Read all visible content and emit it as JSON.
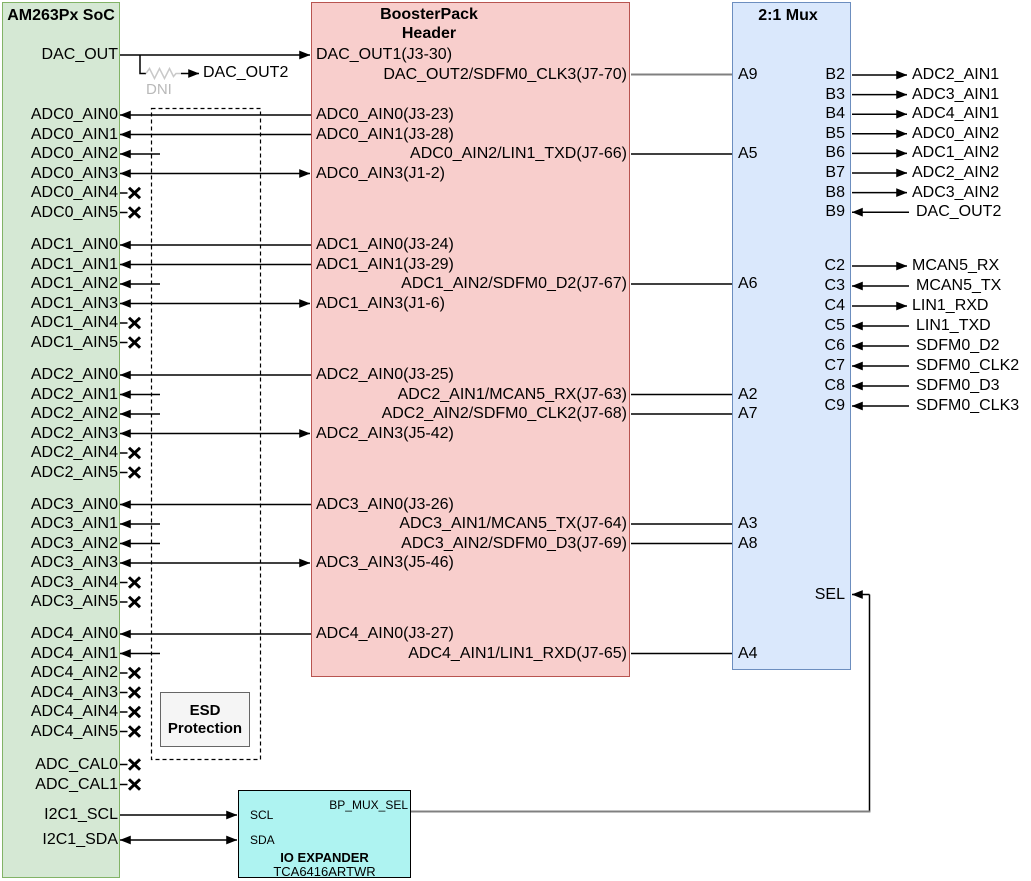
{
  "colors": {
    "soc_fill": "#d5e8d4",
    "soc_stroke": "#82b366",
    "bp_fill": "#f8cecc",
    "bp_stroke": "#b85450",
    "mux_fill": "#dae8fc",
    "mux_stroke": "#6c8ebf",
    "esd_fill": "#f5f5f5",
    "esd_stroke": "#666666",
    "expander_fill": "#aef3f1",
    "expander_stroke": "#000000",
    "wire": "#000000",
    "wire_gray": "#808080",
    "resistor_gray": "#c9c9c9",
    "dni_text": "#b9b9b9"
  },
  "soc": {
    "title": "AM263Px SoC",
    "rows": [
      {
        "id": "dac",
        "label": "DAC_OUT",
        "conn": "out"
      },
      {
        "id": "adc0_0",
        "label": "ADC0_AIN0",
        "conn": "in"
      },
      {
        "id": "adc0_1",
        "label": "ADC0_AIN1",
        "conn": "in"
      },
      {
        "id": "adc0_2",
        "label": "ADC0_AIN2",
        "conn": "stub"
      },
      {
        "id": "adc0_3",
        "label": "ADC0_AIN3",
        "conn": "bidir"
      },
      {
        "id": "adc0_4",
        "label": "ADC0_AIN4",
        "conn": "nc"
      },
      {
        "id": "adc0_5",
        "label": "ADC0_AIN5",
        "conn": "nc"
      },
      {
        "id": "adc1_0",
        "label": "ADC1_AIN0",
        "conn": "in"
      },
      {
        "id": "adc1_1",
        "label": "ADC1_AIN1",
        "conn": "in"
      },
      {
        "id": "adc1_2",
        "label": "ADC1_AIN2",
        "conn": "stub"
      },
      {
        "id": "adc1_3",
        "label": "ADC1_AIN3",
        "conn": "bidir"
      },
      {
        "id": "adc1_4",
        "label": "ADC1_AIN4",
        "conn": "nc"
      },
      {
        "id": "adc1_5",
        "label": "ADC1_AIN5",
        "conn": "nc"
      },
      {
        "id": "adc2_0",
        "label": "ADC2_AIN0",
        "conn": "in"
      },
      {
        "id": "adc2_1",
        "label": "ADC2_AIN1",
        "conn": "stub"
      },
      {
        "id": "adc2_2",
        "label": "ADC2_AIN2",
        "conn": "stub"
      },
      {
        "id": "adc2_3",
        "label": "ADC2_AIN3",
        "conn": "bidir"
      },
      {
        "id": "adc2_4",
        "label": "ADC2_AIN4",
        "conn": "nc"
      },
      {
        "id": "adc2_5",
        "label": "ADC2_AIN5",
        "conn": "nc"
      },
      {
        "id": "adc3_0",
        "label": "ADC3_AIN0",
        "conn": "in"
      },
      {
        "id": "adc3_1",
        "label": "ADC3_AIN1",
        "conn": "stub"
      },
      {
        "id": "adc3_2",
        "label": "ADC3_AIN2",
        "conn": "stub"
      },
      {
        "id": "adc3_3",
        "label": "ADC3_AIN3",
        "conn": "bidir"
      },
      {
        "id": "adc3_4",
        "label": "ADC3_AIN4",
        "conn": "nc"
      },
      {
        "id": "adc3_5",
        "label": "ADC3_AIN5",
        "conn": "nc"
      },
      {
        "id": "adc4_0",
        "label": "ADC4_AIN0",
        "conn": "in"
      },
      {
        "id": "adc4_1",
        "label": "ADC4_AIN1",
        "conn": "stub"
      },
      {
        "id": "adc4_2",
        "label": "ADC4_AIN2",
        "conn": "nc"
      },
      {
        "id": "adc4_3",
        "label": "ADC4_AIN3",
        "conn": "nc"
      },
      {
        "id": "adc4_4",
        "label": "ADC4_AIN4",
        "conn": "nc"
      },
      {
        "id": "adc4_5",
        "label": "ADC4_AIN5",
        "conn": "nc"
      },
      {
        "id": "cal0",
        "label": "ADC_CAL0",
        "conn": "nc"
      },
      {
        "id": "cal1",
        "label": "ADC_CAL1",
        "conn": "nc"
      },
      {
        "id": "scl",
        "label": "I2C1_SCL",
        "conn": "i2c_out"
      },
      {
        "id": "sda",
        "label": "I2C1_SDA",
        "conn": "i2c_bidir"
      }
    ]
  },
  "dni": {
    "label": "DNI",
    "net": "DAC_OUT2"
  },
  "boosterpack": {
    "title_line1": "BoosterPack",
    "title_line2": "Header",
    "pins": [
      {
        "label": "DAC_OUT1(J3-30)",
        "row": "dac",
        "side": "left"
      },
      {
        "label": "DAC_OUT2/SDFM0_CLK3(J7-70)",
        "row": "dac2",
        "side": "right",
        "mux": "A9",
        "gray": true
      },
      {
        "label": "ADC0_AIN0(J3-23)",
        "row": "adc0_0",
        "side": "left"
      },
      {
        "label": "ADC0_AIN1(J3-28)",
        "row": "adc0_1",
        "side": "left"
      },
      {
        "label": "ADC0_AIN2/LIN1_TXD(J7-66)",
        "row": "adc0_2",
        "side": "right",
        "mux": "A5"
      },
      {
        "label": "ADC0_AIN3(J1-2)",
        "row": "adc0_3",
        "side": "left"
      },
      {
        "label": "ADC1_AIN0(J3-24)",
        "row": "adc1_0",
        "side": "left"
      },
      {
        "label": "ADC1_AIN1(J3-29)",
        "row": "adc1_1",
        "side": "left"
      },
      {
        "label": "ADC1_AIN2/SDFM0_D2(J7-67)",
        "row": "adc1_2",
        "side": "right",
        "mux": "A6"
      },
      {
        "label": "ADC1_AIN3(J1-6)",
        "row": "adc1_3",
        "side": "left"
      },
      {
        "label": "ADC2_AIN0(J3-25)",
        "row": "adc2_0",
        "side": "left"
      },
      {
        "label": "ADC2_AIN1/MCAN5_RX(J7-63)",
        "row": "adc2_1",
        "side": "right",
        "mux": "A2"
      },
      {
        "label": "ADC2_AIN2/SDFM0_CLK2(J7-68)",
        "row": "adc2_2",
        "side": "right",
        "mux": "A7"
      },
      {
        "label": "ADC2_AIN3(J5-42)",
        "row": "adc2_3",
        "side": "left"
      },
      {
        "label": "ADC3_AIN0(J3-26)",
        "row": "adc3_0",
        "side": "left"
      },
      {
        "label": "ADC3_AIN1/MCAN5_TX(J7-64)",
        "row": "adc3_1",
        "side": "right",
        "mux": "A3"
      },
      {
        "label": "ADC3_AIN2/SDFM0_D3(J7-69)",
        "row": "adc3_2",
        "side": "right",
        "mux": "A8"
      },
      {
        "label": "ADC3_AIN3(J5-46)",
        "row": "adc3_3",
        "side": "left"
      },
      {
        "label": "ADC4_AIN0(J3-27)",
        "row": "adc4_0",
        "side": "left"
      },
      {
        "label": "ADC4_AIN1/LIN1_RXD(J7-65)",
        "row": "adc4_1",
        "side": "right",
        "mux": "A4"
      }
    ]
  },
  "mux": {
    "title": "2:1 Mux",
    "sel": "SEL",
    "b_pins": [
      {
        "pin": "B2",
        "signal": "ADC2_AIN1",
        "dir": "out"
      },
      {
        "pin": "B3",
        "signal": "ADC3_AIN1",
        "dir": "out"
      },
      {
        "pin": "B4",
        "signal": "ADC4_AIN1",
        "dir": "out"
      },
      {
        "pin": "B5",
        "signal": "ADC0_AIN2",
        "dir": "out"
      },
      {
        "pin": "B6",
        "signal": "ADC1_AIN2",
        "dir": "out"
      },
      {
        "pin": "B7",
        "signal": "ADC2_AIN2",
        "dir": "out"
      },
      {
        "pin": "B8",
        "signal": "ADC3_AIN2",
        "dir": "out"
      },
      {
        "pin": "B9",
        "signal": "DAC_OUT2",
        "dir": "in"
      }
    ],
    "c_pins": [
      {
        "pin": "C2",
        "signal": "MCAN5_RX",
        "dir": "out"
      },
      {
        "pin": "C3",
        "signal": "MCAN5_TX",
        "dir": "in"
      },
      {
        "pin": "C4",
        "signal": "LIN1_RXD",
        "dir": "out"
      },
      {
        "pin": "C5",
        "signal": "LIN1_TXD",
        "dir": "in"
      },
      {
        "pin": "C6",
        "signal": "SDFM0_D2",
        "dir": "in"
      },
      {
        "pin": "C7",
        "signal": "SDFM0_CLK2",
        "dir": "in"
      },
      {
        "pin": "C8",
        "signal": "SDFM0_D3",
        "dir": "in"
      },
      {
        "pin": "C9",
        "signal": "SDFM0_CLK3",
        "dir": "in"
      }
    ]
  },
  "esd": {
    "line1": "ESD",
    "line2": "Protection"
  },
  "expander": {
    "pin_scl": "SCL",
    "pin_sda": "SDA",
    "pin_out": "BP_MUX_SEL",
    "name": "IO EXPANDER",
    "part": "TCA6416ARTWR"
  }
}
